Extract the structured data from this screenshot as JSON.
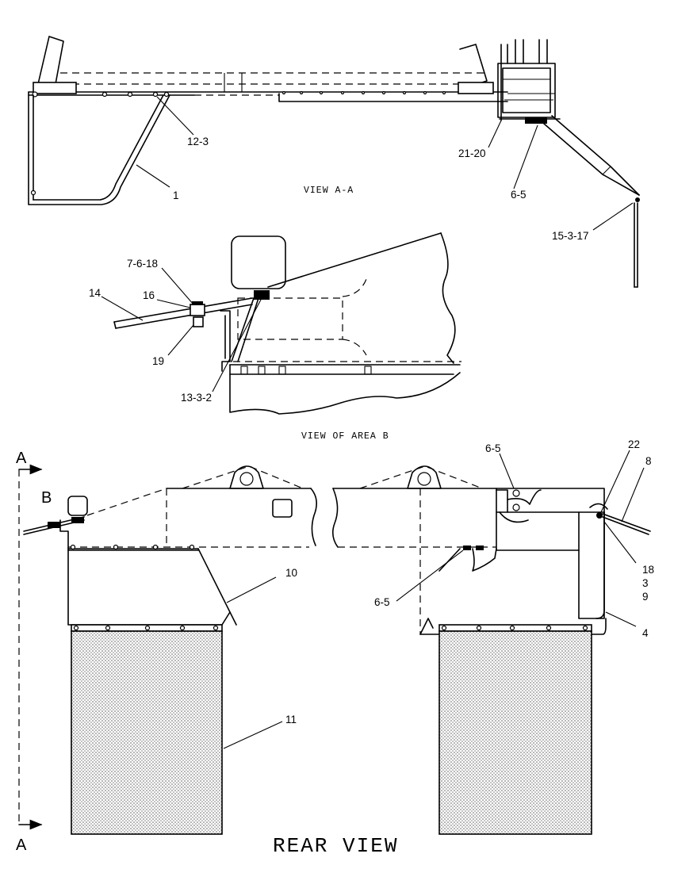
{
  "views": {
    "view_a": "VIEW A-A",
    "view_b": "VIEW OF AREA B",
    "rear": "REAR VIEW"
  },
  "section_markers": {
    "a_top": "A",
    "a_bottom": "A",
    "b": "B"
  },
  "callouts": {
    "c_12_3": "12-3",
    "c_1": "1",
    "c_21_20": "21-20",
    "c_6_5_top": "6-5",
    "c_15_3_17": "15-3-17",
    "c_7_6_18": "7-6-18",
    "c_14": "14",
    "c_16": "16",
    "c_19": "19",
    "c_13_3_2": "13-3-2",
    "c_6_5_rear_top": "6-5",
    "c_22": "22",
    "c_8": "8",
    "c_10": "10",
    "c_6_5_rear_mid": "6-5",
    "c_18": "18",
    "c_3": "3",
    "c_9": "9",
    "c_4": "4",
    "c_11": "11"
  }
}
